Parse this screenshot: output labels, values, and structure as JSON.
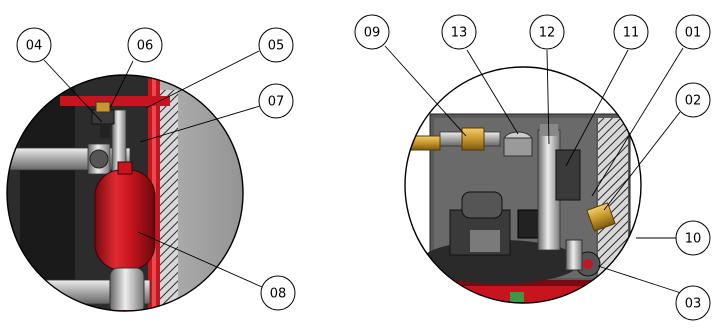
{
  "callouts": {
    "c01": "01",
    "c02": "02",
    "c03": "03",
    "c04": "04",
    "c05": "05",
    "c06": "06",
    "c07": "07",
    "c08": "08",
    "c09": "09",
    "c10": "10",
    "c11": "11",
    "c12": "12",
    "c13": "13"
  },
  "colors": {
    "accent_red": "#c8141e",
    "dark_red": "#7a0a10",
    "metal": "#b8b8b8",
    "cabinet_gray": "#9a9a9a",
    "outline": "#000000"
  }
}
